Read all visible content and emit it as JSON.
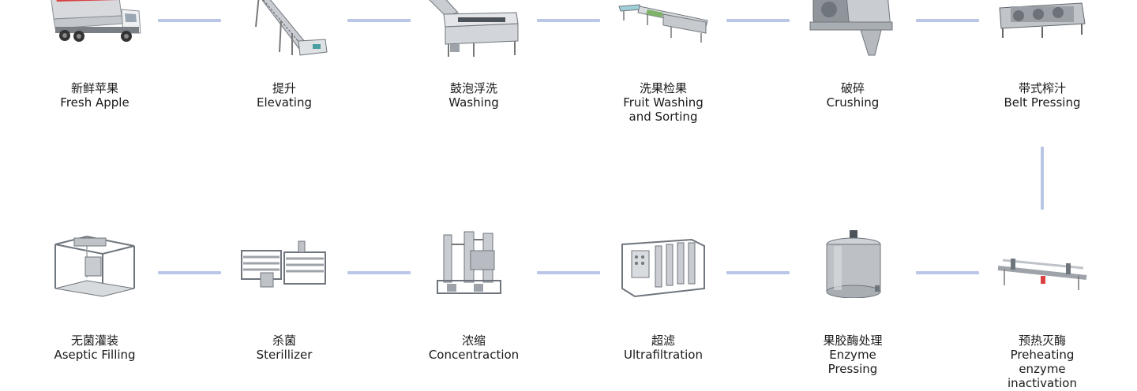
{
  "steps_row1": [
    {
      "cn": "新鲜苹果",
      "en": [
        "Fresh Apple"
      ],
      "icon": "truck-icon"
    },
    {
      "cn": "提升",
      "en": [
        "Elevating"
      ],
      "icon": "elevator-conveyor-icon"
    },
    {
      "cn": "鼓泡浮洗",
      "en": [
        "Washing"
      ],
      "icon": "bubble-washer-icon"
    },
    {
      "cn": "洗果检果",
      "en": [
        "Fruit Washing",
        "and Sorting"
      ],
      "icon": "sorting-conveyor-icon"
    },
    {
      "cn": "破碎",
      "en": [
        "Crushing"
      ],
      "icon": "crusher-icon"
    },
    {
      "cn": "带式榨汁",
      "en": [
        "Belt Pressing"
      ],
      "icon": "belt-press-icon"
    }
  ],
  "steps_row2": [
    {
      "cn": "无菌灌装",
      "en": [
        "Aseptic Filling"
      ],
      "icon": "aseptic-filler-icon"
    },
    {
      "cn": "杀菌",
      "en": [
        "Sterillizer"
      ],
      "icon": "sterilizer-icon"
    },
    {
      "cn": "浓缩",
      "en": [
        "Concentraction"
      ],
      "icon": "evaporator-icon"
    },
    {
      "cn": "超滤",
      "en": [
        "Ultrafiltration"
      ],
      "icon": "ultrafiltration-icon"
    },
    {
      "cn": "果胶酶处理",
      "en": [
        "Enzyme",
        "Pressing"
      ],
      "icon": "enzyme-tank-icon"
    },
    {
      "cn": "预热灭酶",
      "en": [
        "Preheating",
        "enzyme",
        "inactivation"
      ],
      "icon": "preheater-icon"
    }
  ],
  "colors": {
    "connector": "#b9c6e6",
    "steel": "#b8bcc2",
    "steel_dark": "#6f757c",
    "truck_cargo": "#d94040"
  }
}
